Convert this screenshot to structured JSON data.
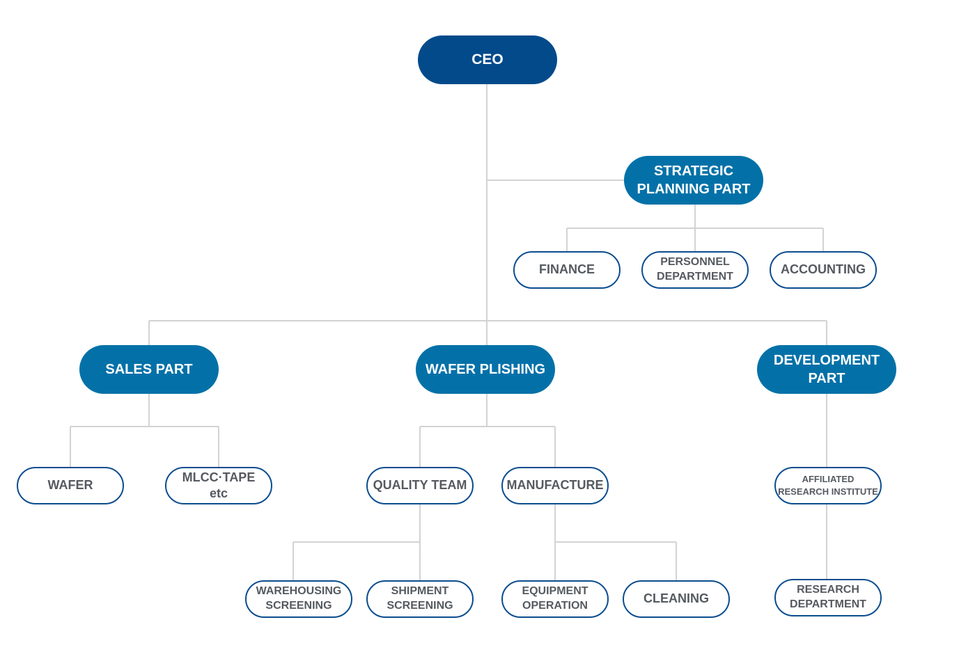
{
  "colors": {
    "top": "#034a8b",
    "part": "#0371a8",
    "border": "#0b4d8e",
    "text": "#555a60",
    "line": "#d3d3d3"
  },
  "nodes": {
    "ceo": "CEO",
    "strategic": "STRATEGIC\nPLANNING PART",
    "finance": "FINANCE",
    "personnel": "PERSONNEL\nDEPARTMENT",
    "accounting": "ACCOUNTING",
    "sales": "SALES PART",
    "wafer_plishing": "WAFER PLISHING",
    "development": "DEVELOPMENT\nPART",
    "wafer": "WAFER",
    "mlcc": "MLCC·TAPE\netc",
    "quality": "QUALITY TEAM",
    "manufacture": "MANUFACTURE",
    "affiliated": "AFFILIATED\nRESEARCH INSTITUTE",
    "warehousing": "WAREHOUSING\nSCREENING",
    "shipment": "SHIPMENT\nSCREENING",
    "equipment": "EQUIPMENT\nOPERATION",
    "cleaning": "CLEANING",
    "research": "RESEARCH\nDEPARTMENT"
  }
}
